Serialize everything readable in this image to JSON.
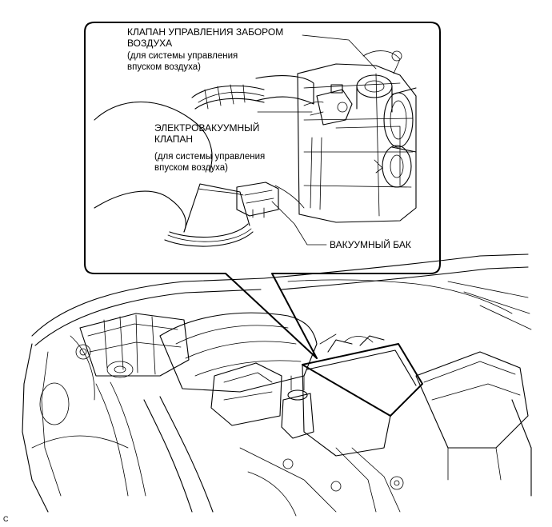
{
  "callouts": {
    "intake_control_valve": {
      "name_line1": "КЛАПАН УПРАВЛЕНИЯ ЗАБОРОМ",
      "name_line2": "ВОЗДУХА",
      "note_line1": "(для системы управления",
      "note_line2": "впуском воздуха)"
    },
    "vsv": {
      "name_line1": "ЭЛЕКТРОВАКУУМНЫЙ",
      "name_line2": "КЛАПАН",
      "note_line1": "(для системы управления",
      "note_line2": "впуском воздуха)"
    },
    "vacuum_tank": {
      "name": "ВАКУУМНЫЙ БАК"
    }
  },
  "figure_code": "C"
}
